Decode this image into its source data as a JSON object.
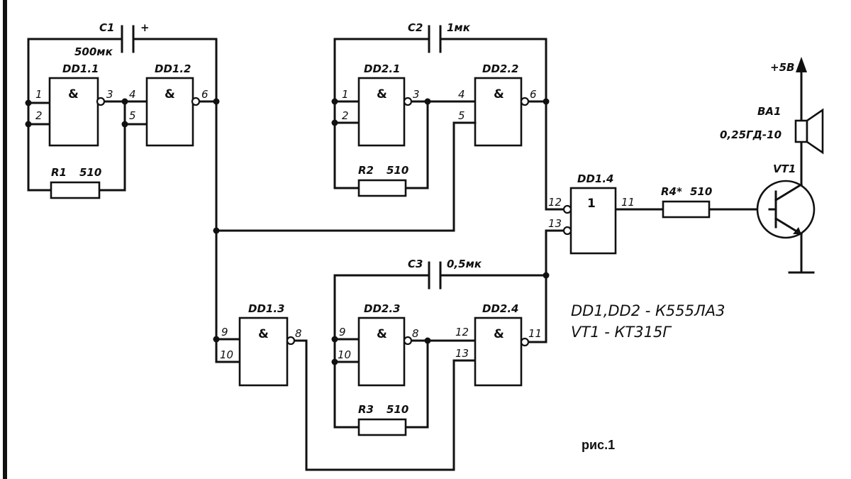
{
  "gates": {
    "dd11": {
      "name": "DD1.1",
      "symbol": "&",
      "pin_in_a": "1",
      "pin_in_b": "2",
      "pin_out": "3"
    },
    "dd12": {
      "name": "DD1.2",
      "symbol": "&",
      "pin_in_a": "4",
      "pin_in_b": "5",
      "pin_out": "6"
    },
    "dd21": {
      "name": "DD2.1",
      "symbol": "&",
      "pin_in_a": "1",
      "pin_in_b": "2",
      "pin_out": "3"
    },
    "dd22": {
      "name": "DD2.2",
      "symbol": "&",
      "pin_in_a": "4",
      "pin_in_b": "5",
      "pin_out": "6"
    },
    "dd13": {
      "name": "DD1.3",
      "symbol": "&",
      "pin_in_a": "9",
      "pin_in_b": "10",
      "pin_out": "8"
    },
    "dd23": {
      "name": "DD2.3",
      "symbol": "&",
      "pin_in_a": "9",
      "pin_in_b": "10",
      "pin_out": "8"
    },
    "dd24": {
      "name": "DD2.4",
      "symbol": "&",
      "pin_in_a": "12",
      "pin_in_b": "13",
      "pin_out": "11"
    },
    "dd14": {
      "name": "DD1.4",
      "symbol": "1",
      "pin_in_a": "12",
      "pin_in_b": "13",
      "pin_out": "11"
    }
  },
  "capacitors": {
    "c1": {
      "name": "C1",
      "value": "500мк",
      "polarity": "+"
    },
    "c2": {
      "name": "C2",
      "value": "1мк"
    },
    "c3": {
      "name": "C3",
      "value": "0,5мк"
    }
  },
  "resistors": {
    "r1": {
      "name": "R1",
      "value": "510"
    },
    "r2": {
      "name": "R2",
      "value": "510"
    },
    "r3": {
      "name": "R3",
      "value": "510"
    },
    "r4": {
      "name": "R4*",
      "value": "510"
    }
  },
  "speaker": {
    "name": "BA1",
    "type": "0,25ГД-10"
  },
  "transistor": {
    "name": "VT1"
  },
  "supply": {
    "label": "+5В"
  },
  "notes": {
    "line1": "DD1,DD2 - К555ЛА3",
    "line2": "VT1 - КТ315Г",
    "figure": "рис.1"
  }
}
